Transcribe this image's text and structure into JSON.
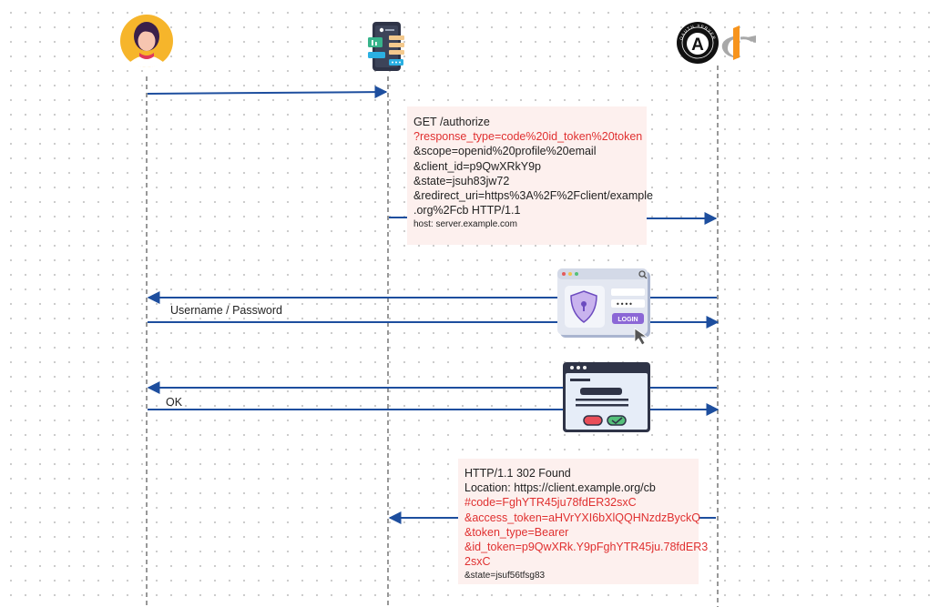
{
  "actors": {
    "user": {
      "icon": "user-avatar-icon"
    },
    "client": {
      "icon": "mobile-app-icon"
    },
    "server": {
      "icons": [
        "oauth-server-logo-icon",
        "openid-logo-icon"
      ],
      "logo_text": "OAUTH SERVER",
      "logo_letter": "A"
    }
  },
  "request_note": {
    "lines": [
      "GET /authorize",
      "?response_type=code%20id_token%20token",
      "&scope=openid%20profile%20email",
      "&client_id=p9QwXRkY9p",
      "&state=jsuh83jw72",
      "&redirect_uri=https%3A%2F%2Fclient/example",
      ".org%2Fcb HTTP/1.1",
      "host: server.example.com"
    ]
  },
  "messages": {
    "credentials": "Username / Password",
    "consent": "OK"
  },
  "login_window": {
    "password_mask": "••••",
    "button": "LOGIN"
  },
  "response_note": {
    "lines": [
      "HTTP/1.1 302 Found",
      "Location: https://client.example.org/cb",
      "#code=FghYTR45ju78fdER32sxC",
      "&access_token=aHVrYXI6bXlQQHNzdzByckQ",
      "&token_type=Bearer",
      "&id_token=p9QwXRk.Y9pFghYTR45ju.78fdER3",
      "2sxC",
      "&state=jsuf56tfsg83"
    ]
  },
  "colors": {
    "arrow": "#1d4e9e",
    "highlight": "#e03030",
    "note_bg": "#fdf0ee",
    "lifeline": "#777777"
  }
}
